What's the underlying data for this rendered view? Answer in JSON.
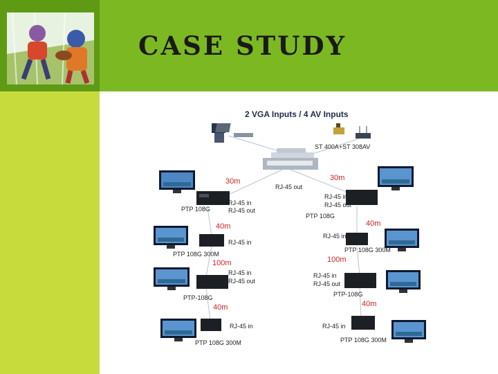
{
  "slide": {
    "title": "CASE STUDY"
  },
  "diagram": {
    "title": "2 VGA Inputs / 4 AV Inputs",
    "switch_label": "ST 400A+ST 308AV",
    "hub_output": "RJ-45 out",
    "distances": [
      "30m",
      "30m",
      "40m",
      "40m",
      "100m",
      "100m",
      "40m",
      "40m"
    ],
    "left_chain": {
      "unit1": "PTP 108G",
      "unit1_ports": [
        "RJ-45 in",
        "RJ-45 out"
      ],
      "unit2_port": "RJ-45 in",
      "unit2": "PTP 108G 300M",
      "unit3_ports": [
        "RJ-45 in",
        "RJ-45 out"
      ],
      "unit3": "PTP-108G",
      "unit4_port": "RJ-45 in",
      "unit4": "PTP 108G 300M"
    },
    "right_chain": {
      "unit1_ports": [
        "RJ-45 in",
        "RJ-45 out"
      ],
      "unit1": "PTP 108G",
      "unit2_port": "RJ-45 in",
      "unit2": "PTP 108G 300M",
      "unit3_ports": [
        "RJ-45 in",
        "RJ-45 out"
      ],
      "unit3": "PTP-108G",
      "unit4_port": "RJ-45 in",
      "unit4": "PTP 108G 300M"
    }
  }
}
